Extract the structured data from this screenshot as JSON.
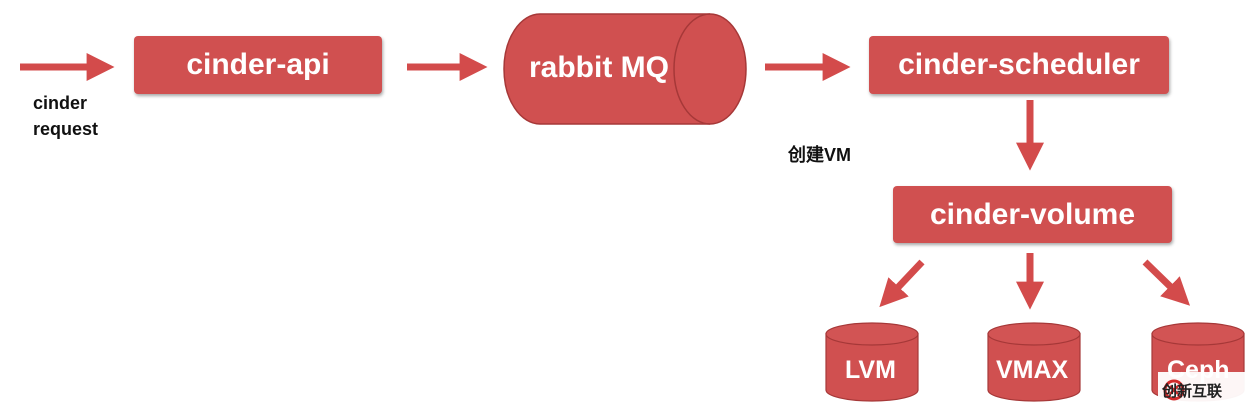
{
  "nodes": {
    "api": "cinder-api",
    "mq": "rabbit MQ",
    "scheduler": "cinder-scheduler",
    "volume": "cinder-volume"
  },
  "labels": {
    "request_line1": "cinder",
    "request_line2": "request",
    "create_vm": "创建VM"
  },
  "storage": [
    "LVM",
    "VMAX",
    "Ceph"
  ],
  "watermark": {
    "text": "创新互联"
  },
  "colors": {
    "node_fill": "#d05050",
    "node_stroke": "#a63838",
    "arrow": "#d34b4b"
  }
}
